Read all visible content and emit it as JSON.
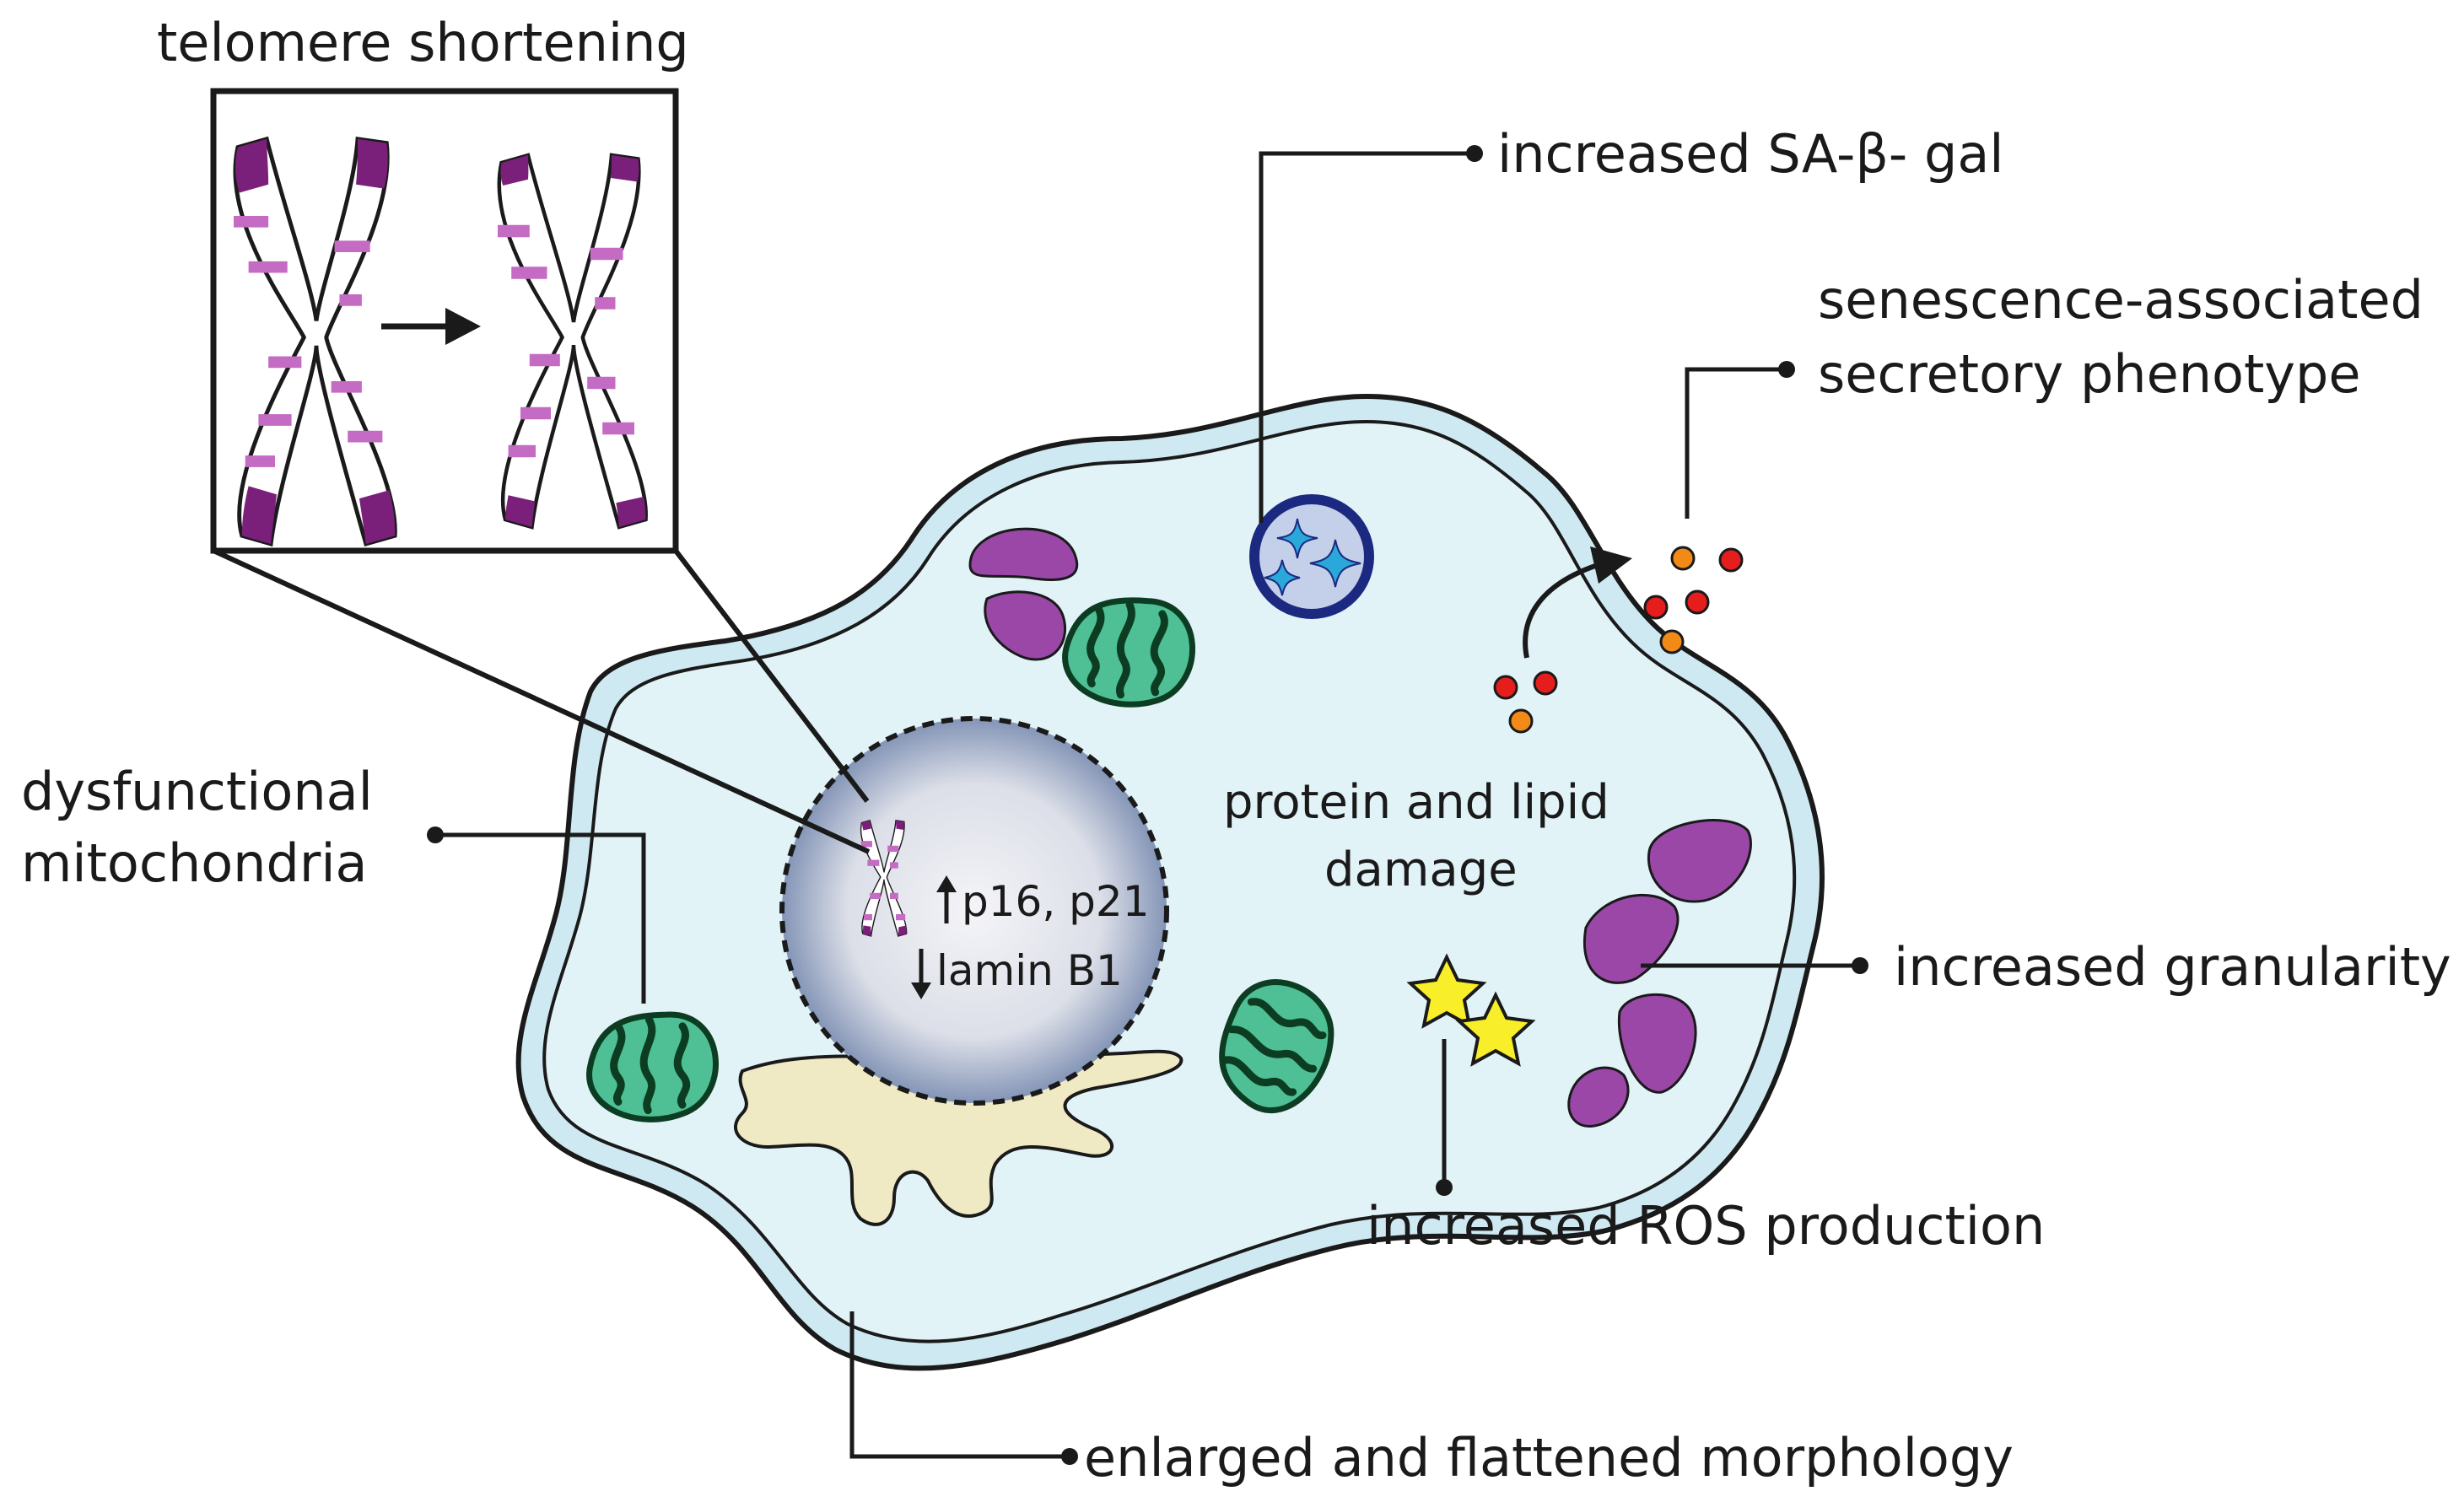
{
  "labels": {
    "telomere": "telomere shortening",
    "sa_gal": "increased SA-β- gal",
    "sasp_1": "senescence-associated",
    "sasp_2": "secretory phenotype",
    "mito_1": "dysfunctional",
    "mito_2": "mitochondria",
    "damage_1": "protein and lipid",
    "damage_2": "damage",
    "granularity": "increased granularity",
    "ros": "increased ROS production",
    "morphology": "enlarged and flattened morphology",
    "p16": "p16, p21",
    "lamin": "lamin B1"
  },
  "colors": {
    "cell_fill": "#cfe9f2",
    "cell_inner": "#e2f3f8",
    "mito_fill": "#4fbf95",
    "mito_stroke": "#0c3d22",
    "granule_fill": "#9a47a8",
    "golgi_fill": "#efe9c4",
    "lysosome_ring": "#1b2a80",
    "lysosome_fill": "#c4cfe9",
    "lysosome_star": "#2aa8d9",
    "sasp_red": "#e51d1d",
    "sasp_orange": "#f28a18",
    "ros_star": "#f8ee2a",
    "chromosome_tip": "#7a1f7a",
    "chromosome_band": "#c46bc4"
  },
  "arrows": {
    "up": "up-arrow-icon",
    "down": "down-arrow-icon"
  }
}
